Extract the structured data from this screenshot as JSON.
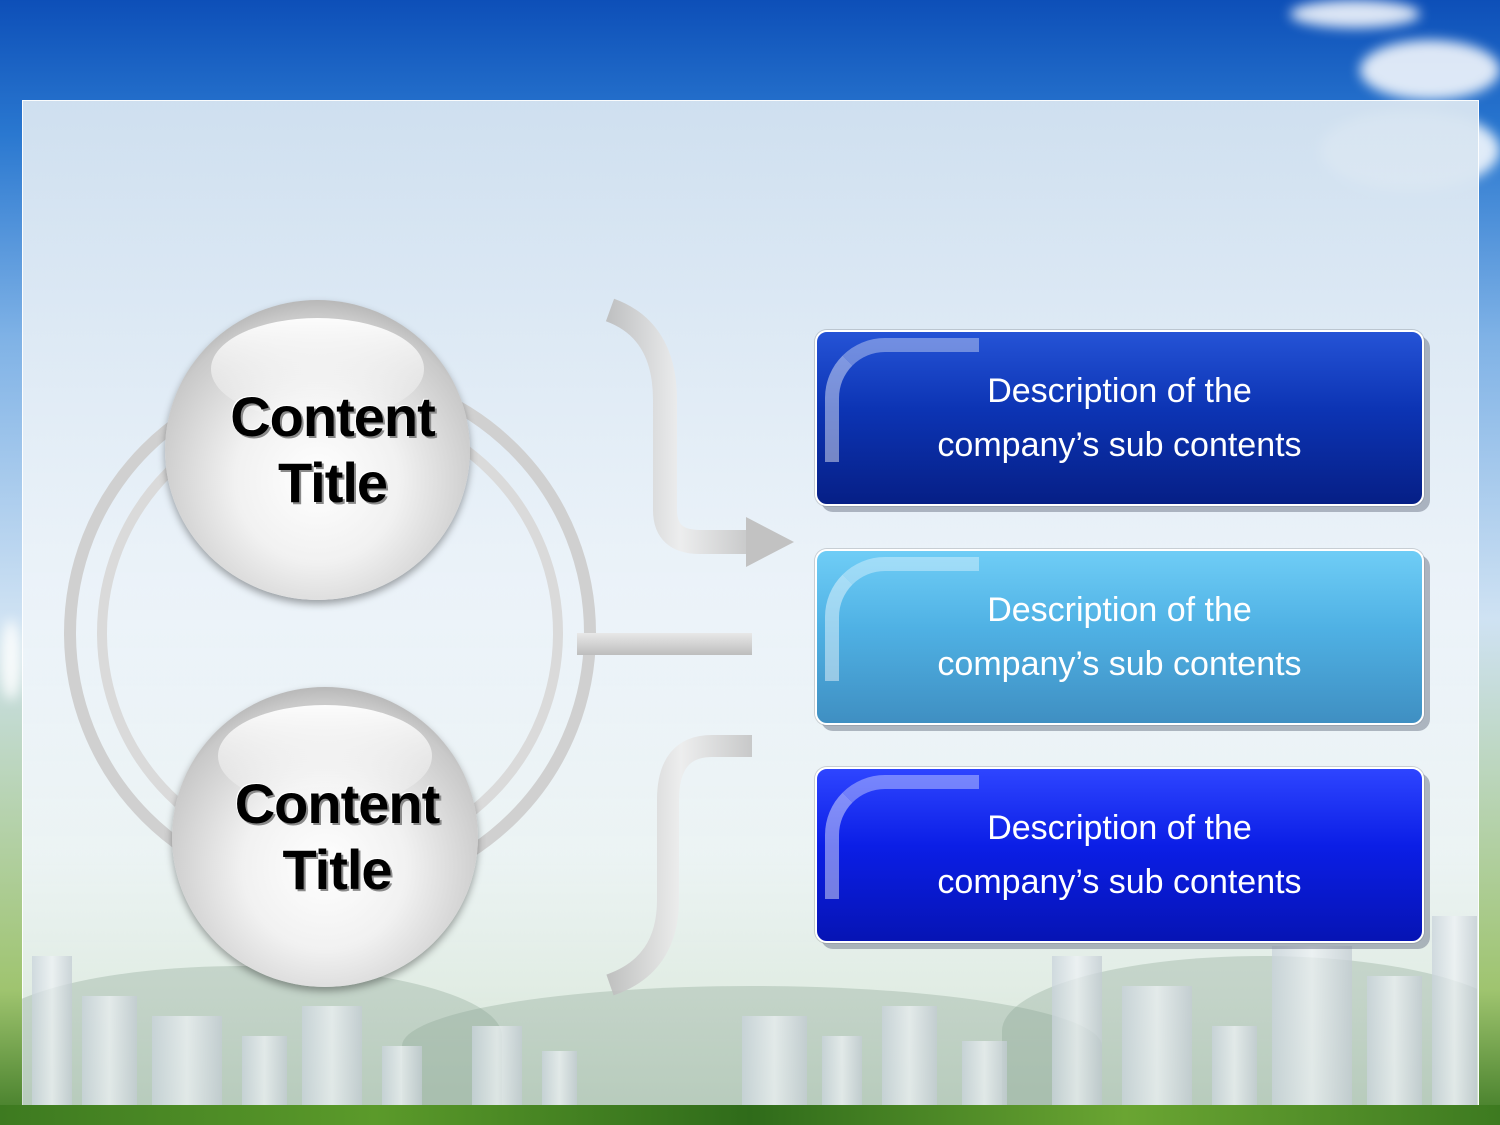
{
  "diagram": {
    "nodes": [
      {
        "id": "title-1",
        "label": "Content\nTitle"
      },
      {
        "id": "title-2",
        "label": "Content\nTitle"
      }
    ],
    "descriptions": [
      {
        "text": "Description of the\ncompany’s sub contents",
        "color": "#0b2fa8"
      },
      {
        "text": "Description of the\ncompany’s sub contents",
        "color": "#4fb4e8"
      },
      {
        "text": "Description of the\ncompany’s sub contents",
        "color": "#0a1ee0"
      }
    ]
  },
  "colors": {
    "sky": "#0d4fb8",
    "panel": "#e6eef6",
    "ring": "#d4d4d4",
    "connector": "#cfcfcf"
  }
}
